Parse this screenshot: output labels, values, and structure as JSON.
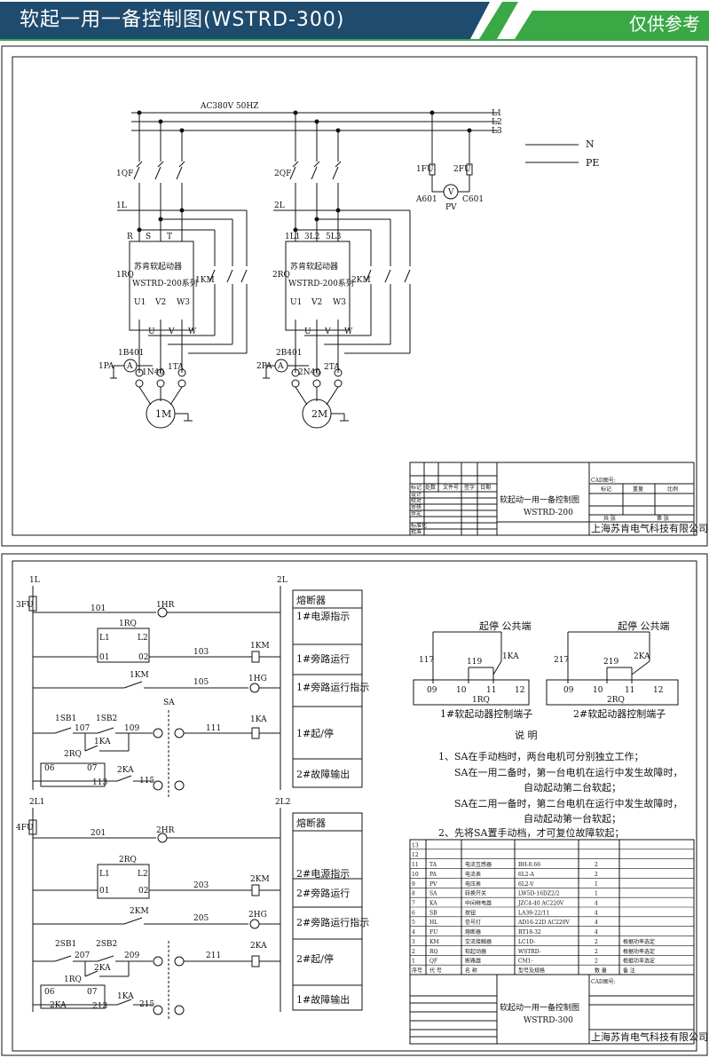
{
  "banner": {
    "title": "软起一用一备控制图(WSTRD-300)",
    "ref_label": "仅供参考",
    "colors": {
      "dark": "#1f4b6e",
      "green": "#39a845",
      "white": "#ffffff"
    }
  },
  "top": {
    "supply": "AC380V 50HZ",
    "lines": [
      "L1",
      "L2",
      "L3"
    ],
    "neutral": [
      "N",
      "PE"
    ],
    "meter": {
      "fuse1": "1FU",
      "fuse2": "2FU",
      "a601": "A601",
      "c601": "C601",
      "voltmeter": "V",
      "pv": "PV"
    },
    "units": [
      {
        "qf": "1QF",
        "bus": "1L",
        "rst": [
          "R",
          "S",
          "T"
        ],
        "rq": "1RQ",
        "name1": "苏肯软起动器",
        "name2": "WSTRD-200系列",
        "uvw_top": [
          "U1",
          "V2",
          "W3"
        ],
        "uvw_bot": [
          "U",
          "V",
          "W"
        ],
        "km": "1KM",
        "b401": "1B401",
        "pa": "1PA",
        "ammeter": "A",
        "n40": "1N40",
        "ta": "1TA",
        "motor": "1M"
      },
      {
        "qf": "2QF",
        "bus": "2L",
        "rst": [
          "1L1",
          "3L2",
          "5L3"
        ],
        "rq": "2RQ",
        "name1": "苏肯软起动器",
        "name2": "WSTRD-200系列",
        "uvw_top": [
          "U1",
          "V2",
          "W3"
        ],
        "uvw_bot": [
          "U",
          "V",
          "W"
        ],
        "km": "2KM",
        "b401": "2B401",
        "pa": "2PA",
        "ammeter": "A",
        "n40": "2N40",
        "ta": "2TA",
        "motor": "2M"
      }
    ],
    "title_block": {
      "drawing": "软起动一用一备控制图",
      "model": "WSTRD-200",
      "company": "上海苏肯电气科技有限公司",
      "hdr": [
        "标记",
        "处数",
        "文件号",
        "签字",
        "日期"
      ],
      "rows": [
        "设计",
        "校对",
        "审核",
        "审定",
        "标准化",
        "批准"
      ],
      "right_hdr": [
        "标记",
        "重量",
        "比例"
      ],
      "right_bot": [
        "共 张",
        "第 张"
      ],
      "cad": "CAD图号:"
    }
  },
  "bottom": {
    "bus_left": [
      "1L",
      "2L1"
    ],
    "bus_right": [
      "2L",
      "2L2"
    ],
    "fuses": [
      "3FU",
      "4FU"
    ],
    "circuit1": {
      "wires": [
        "101",
        "103",
        "105",
        "107",
        "109",
        "111",
        "113",
        "115"
      ],
      "lamps": [
        "1HR",
        "1HG"
      ],
      "relays": [
        "1KM",
        "1KA"
      ],
      "rq": "1RQ",
      "l1": "L1",
      "l2": "L2",
      "c01": "01",
      "c02": "02",
      "sb": [
        "1SB1",
        "1SB2"
      ],
      "ka": "1KA",
      "rq2": "2RQ",
      "c06": "06",
      "c07": "07",
      "ka2": "2KA",
      "km": "1KM",
      "sa": "SA"
    },
    "circuit2": {
      "wires": [
        "201",
        "203",
        "205",
        "207",
        "209",
        "211",
        "213",
        "215"
      ],
      "lamps": [
        "2HR",
        "2HG"
      ],
      "relays": [
        "2KM",
        "2KA"
      ],
      "rq": "2RQ",
      "l1": "L1",
      "l2": "L2",
      "c01": "01",
      "c02": "02",
      "sb": [
        "2SB1",
        "2SB2"
      ],
      "ka": "2KA",
      "rq2": "1RQ",
      "c06": "06",
      "c07": "07",
      "ka2": "1KA",
      "km": "2KM"
    },
    "legend1": [
      "熔断器",
      "1#电源指示",
      "1#旁路运行",
      "1#旁路运行指示",
      "1#起/停",
      "2#故障输出"
    ],
    "legend2": [
      "熔断器",
      "2#电源指示",
      "2#旁路运行",
      "2#旁路运行指示",
      "2#起/停",
      "1#故障输出"
    ],
    "terminals": [
      {
        "hdr": "起停  公共端",
        "w1": "117",
        "w2": "119",
        "ka": "1KA",
        "pins": [
          "09",
          "10",
          "11",
          "12"
        ],
        "rq": "1RQ",
        "caption": "1#软起动器控制端子"
      },
      {
        "hdr": "起停  公共端",
        "w1": "217",
        "w2": "219",
        "ka": "2KA",
        "pins": [
          "09",
          "10",
          "11",
          "12"
        ],
        "rq": "2RQ",
        "caption": "2#软起动器控制端子"
      }
    ],
    "notes_title": "说  明",
    "notes": [
      "1、SA在手动档时，两台电机可分别独立工作；",
      "SA在一用二备时，第一台电机在运行中发生故障时，",
      "自动起动第二台软起；",
      "SA在二用一备时，第二台电机在运行中发生故障时，",
      "自动起动第一台软起；",
      "2、先将SA置手动档，才可复位故障软起；"
    ],
    "bom_hdr": [
      "序号",
      "代  号",
      "名  称",
      "型号及规格",
      "数  量",
      "备  注"
    ],
    "bom": [
      [
        "13",
        "",
        "",
        "",
        "",
        ""
      ],
      [
        "12",
        "",
        "",
        "",
        "",
        ""
      ],
      [
        "11",
        "TA",
        "电流互感器",
        "BH-0.66",
        "2",
        ""
      ],
      [
        "10",
        "PA",
        "电流表",
        "6L2-A",
        "2",
        ""
      ],
      [
        "9",
        "PV",
        "电压表",
        "6L2-V",
        "1",
        ""
      ],
      [
        "8",
        "SA",
        "转换开关",
        "LW5D-16DZ2/2",
        "1",
        ""
      ],
      [
        "7",
        "KA",
        "中间继电器",
        "JZC4-40 AC220V",
        "4",
        ""
      ],
      [
        "6",
        "SB",
        "按钮",
        "LA39-22/11",
        "4",
        ""
      ],
      [
        "5",
        "HL",
        "信号灯",
        "AD16-22D AC220V",
        "4",
        ""
      ],
      [
        "4",
        "FU",
        "熔断器",
        "RT18-32",
        "4",
        ""
      ],
      [
        "3",
        "KM",
        "交流接触器",
        "LC1D-",
        "2",
        "根据功率选定"
      ],
      [
        "2",
        "RQ",
        "软起动器",
        "WSTRD-",
        "2",
        "根据功率选定"
      ],
      [
        "1",
        "QF",
        "断路器",
        "CM1-",
        "2",
        "根据功率选定"
      ]
    ],
    "title_block": {
      "drawing": "软起动一用一备控制图",
      "model": "WSTRD-300",
      "company": "上海苏肯电气科技有限公司",
      "cad": "CAD图号:"
    }
  }
}
